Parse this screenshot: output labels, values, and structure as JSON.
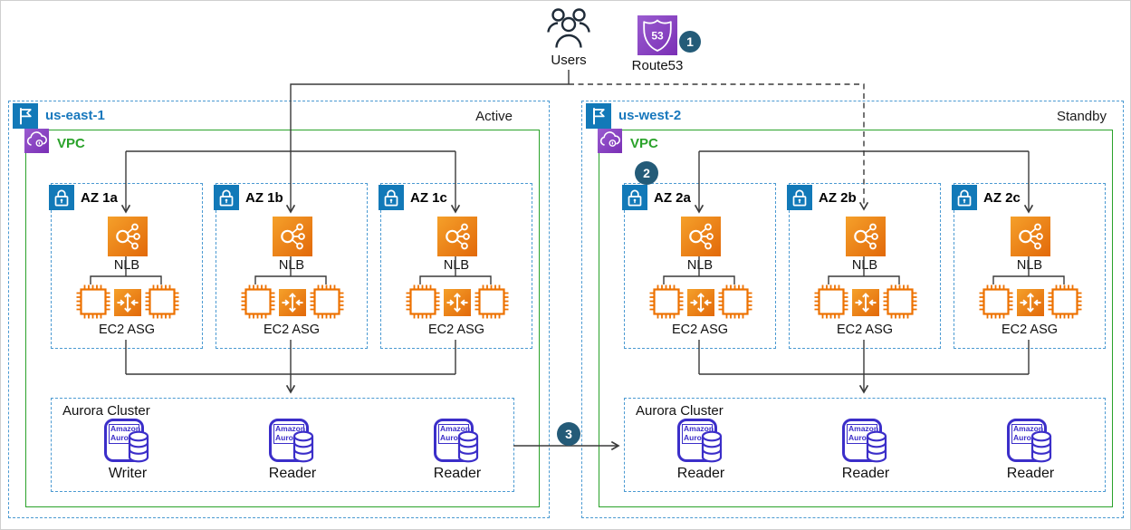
{
  "top": {
    "users_label": "Users",
    "route53_label": "Route53",
    "route53_icon_text": "53"
  },
  "badges": {
    "b1": "1",
    "b2": "2",
    "b3": "3"
  },
  "regions": [
    {
      "name": "us-east-1",
      "mode": "Active",
      "vpc_label": "VPC",
      "azs": [
        {
          "label": "AZ 1a",
          "nlb": "NLB",
          "asg": "EC2 ASG"
        },
        {
          "label": "AZ 1b",
          "nlb": "NLB",
          "asg": "EC2 ASG"
        },
        {
          "label": "AZ 1c",
          "nlb": "NLB",
          "asg": "EC2 ASG"
        }
      ],
      "aurora": {
        "title": "Aurora Cluster",
        "brand": "Amazon Aurora",
        "nodes": [
          "Writer",
          "Reader",
          "Reader"
        ]
      }
    },
    {
      "name": "us-west-2",
      "mode": "Standby",
      "vpc_label": "VPC",
      "azs": [
        {
          "label": "AZ 2a",
          "nlb": "NLB",
          "asg": "EC2 ASG"
        },
        {
          "label": "AZ 2b",
          "nlb": "NLB",
          "asg": "EC2 ASG"
        },
        {
          "label": "AZ 2c",
          "nlb": "NLB",
          "asg": "EC2 ASG"
        }
      ],
      "aurora": {
        "title": "Aurora Cluster",
        "brand": "Amazon Aurora",
        "nodes": [
          "Reader",
          "Reader",
          "Reader"
        ]
      }
    }
  ],
  "colors": {
    "region_border": "#4b9ad2",
    "region_label": "#1878bd",
    "vpc_green": "#2aa22a",
    "az_icon_blue": "#1279b8",
    "ec2_orange": "#ED7100",
    "aurora_indigo": "#3b2ec9",
    "badge_navy": "#245b78",
    "route53_purple": "#8540c9",
    "connector": "#3a3a3a"
  }
}
